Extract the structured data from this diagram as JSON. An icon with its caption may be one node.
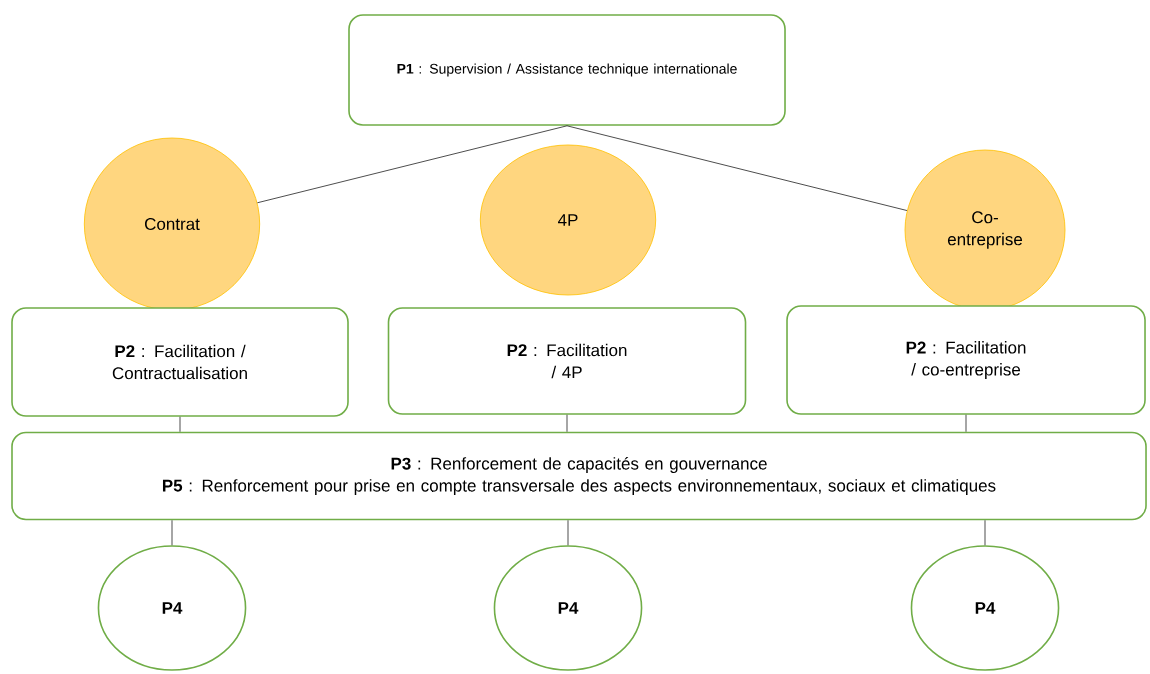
{
  "diagram": {
    "nodes": [
      {
        "text": [
          "**P1** : Supervision / Assistance technique internationale"
        ]
      },
      {
        "text": [
          "Contrat"
        ]
      },
      {
        "text": [
          "4P"
        ]
      },
      {
        "text": [
          "Co-entreprise"
        ]
      },
      {
        "text": [
          "**P2** : Facilitation / Contractualisation"
        ]
      },
      {
        "text": [
          "**P2** : Facilitation / 4P"
        ]
      },
      {
        "text": [
          "**P2** : Facilitation / co-entreprise"
        ]
      },
      {
        "text": [
          "**P3** : Renforcement de capacités en gouvernance",
          "**P5** : Renforcement pour prise en compte transversale des aspects environnementaux, sociaux et climatiques"
        ]
      },
      {
        "text": [
          "P4"
        ]
      },
      {
        "text": [
          "P4"
        ]
      },
      {
        "text": [
          "P4"
        ]
      }
    ],
    "edges": [
      {
        "from": 0,
        "to": 1,
        "arrow": "none"
      },
      {
        "from": 0,
        "to": 3,
        "arrow": "none"
      },
      {
        "from": 4,
        "to": 7,
        "arrow": "none"
      },
      {
        "from": 5,
        "to": 7,
        "arrow": "none"
      },
      {
        "from": 6,
        "to": 7,
        "arrow": "none"
      },
      {
        "from": 7,
        "to": 8,
        "arrow": "none"
      },
      {
        "from": 7,
        "to": 9,
        "arrow": "none"
      },
      {
        "from": 7,
        "to": 10,
        "arrow": "none"
      }
    ]
  }
}
